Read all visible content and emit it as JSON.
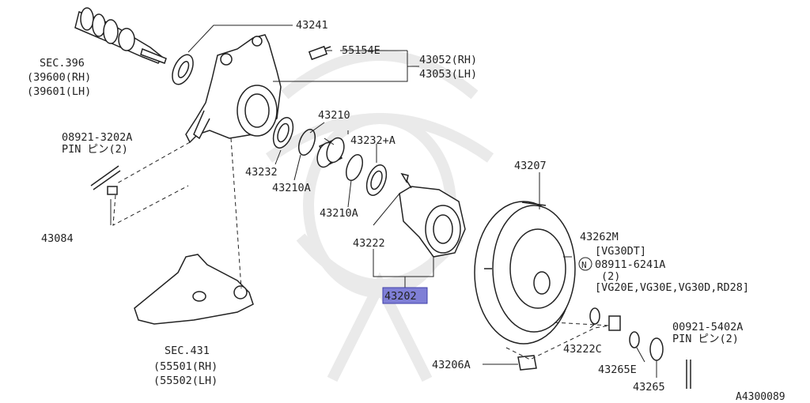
{
  "parts": {
    "p43241": "43241",
    "p55154E": "55154E",
    "p43052": "43052(RH)",
    "p43053": "43053(LH)",
    "sec396": "SEC.396",
    "sec396_rh": "(39600(RH)",
    "sec396_lh": "(39601(LH)",
    "pin1_no": "08921-3202A",
    "pin1_txt": "PIN ピン(2)",
    "p43210": "43210",
    "p43232A": "43232+A",
    "p43232": "43232",
    "p43210A_1": "43210A",
    "p43210A_2": "43210A",
    "p43207": "43207",
    "p43084": "43084",
    "p43222": "43222",
    "p43202": "43202",
    "p43262M": "43262M",
    "vg30dt": "[VG30DT]",
    "n_mark": "N",
    "p08911": "08911-6241A",
    "qty2": "(2)",
    "engines": "[VG20E,VG30E,VG30D,RD28]",
    "sec431": "SEC.431",
    "sec431_rh": "(55501(RH)",
    "sec431_lh": "(55502(LH)",
    "pin2_no": "00921-5402A",
    "pin2_txt": "PIN ピン(2)",
    "p43222C": "43222C",
    "p43206A": "43206A",
    "p43265E": "43265E",
    "p43265": "43265",
    "diagram_code": "A4300089"
  },
  "colors": {
    "highlight": "#7f7fd6",
    "line": "#222222",
    "watermark": "#e6e6e6"
  }
}
